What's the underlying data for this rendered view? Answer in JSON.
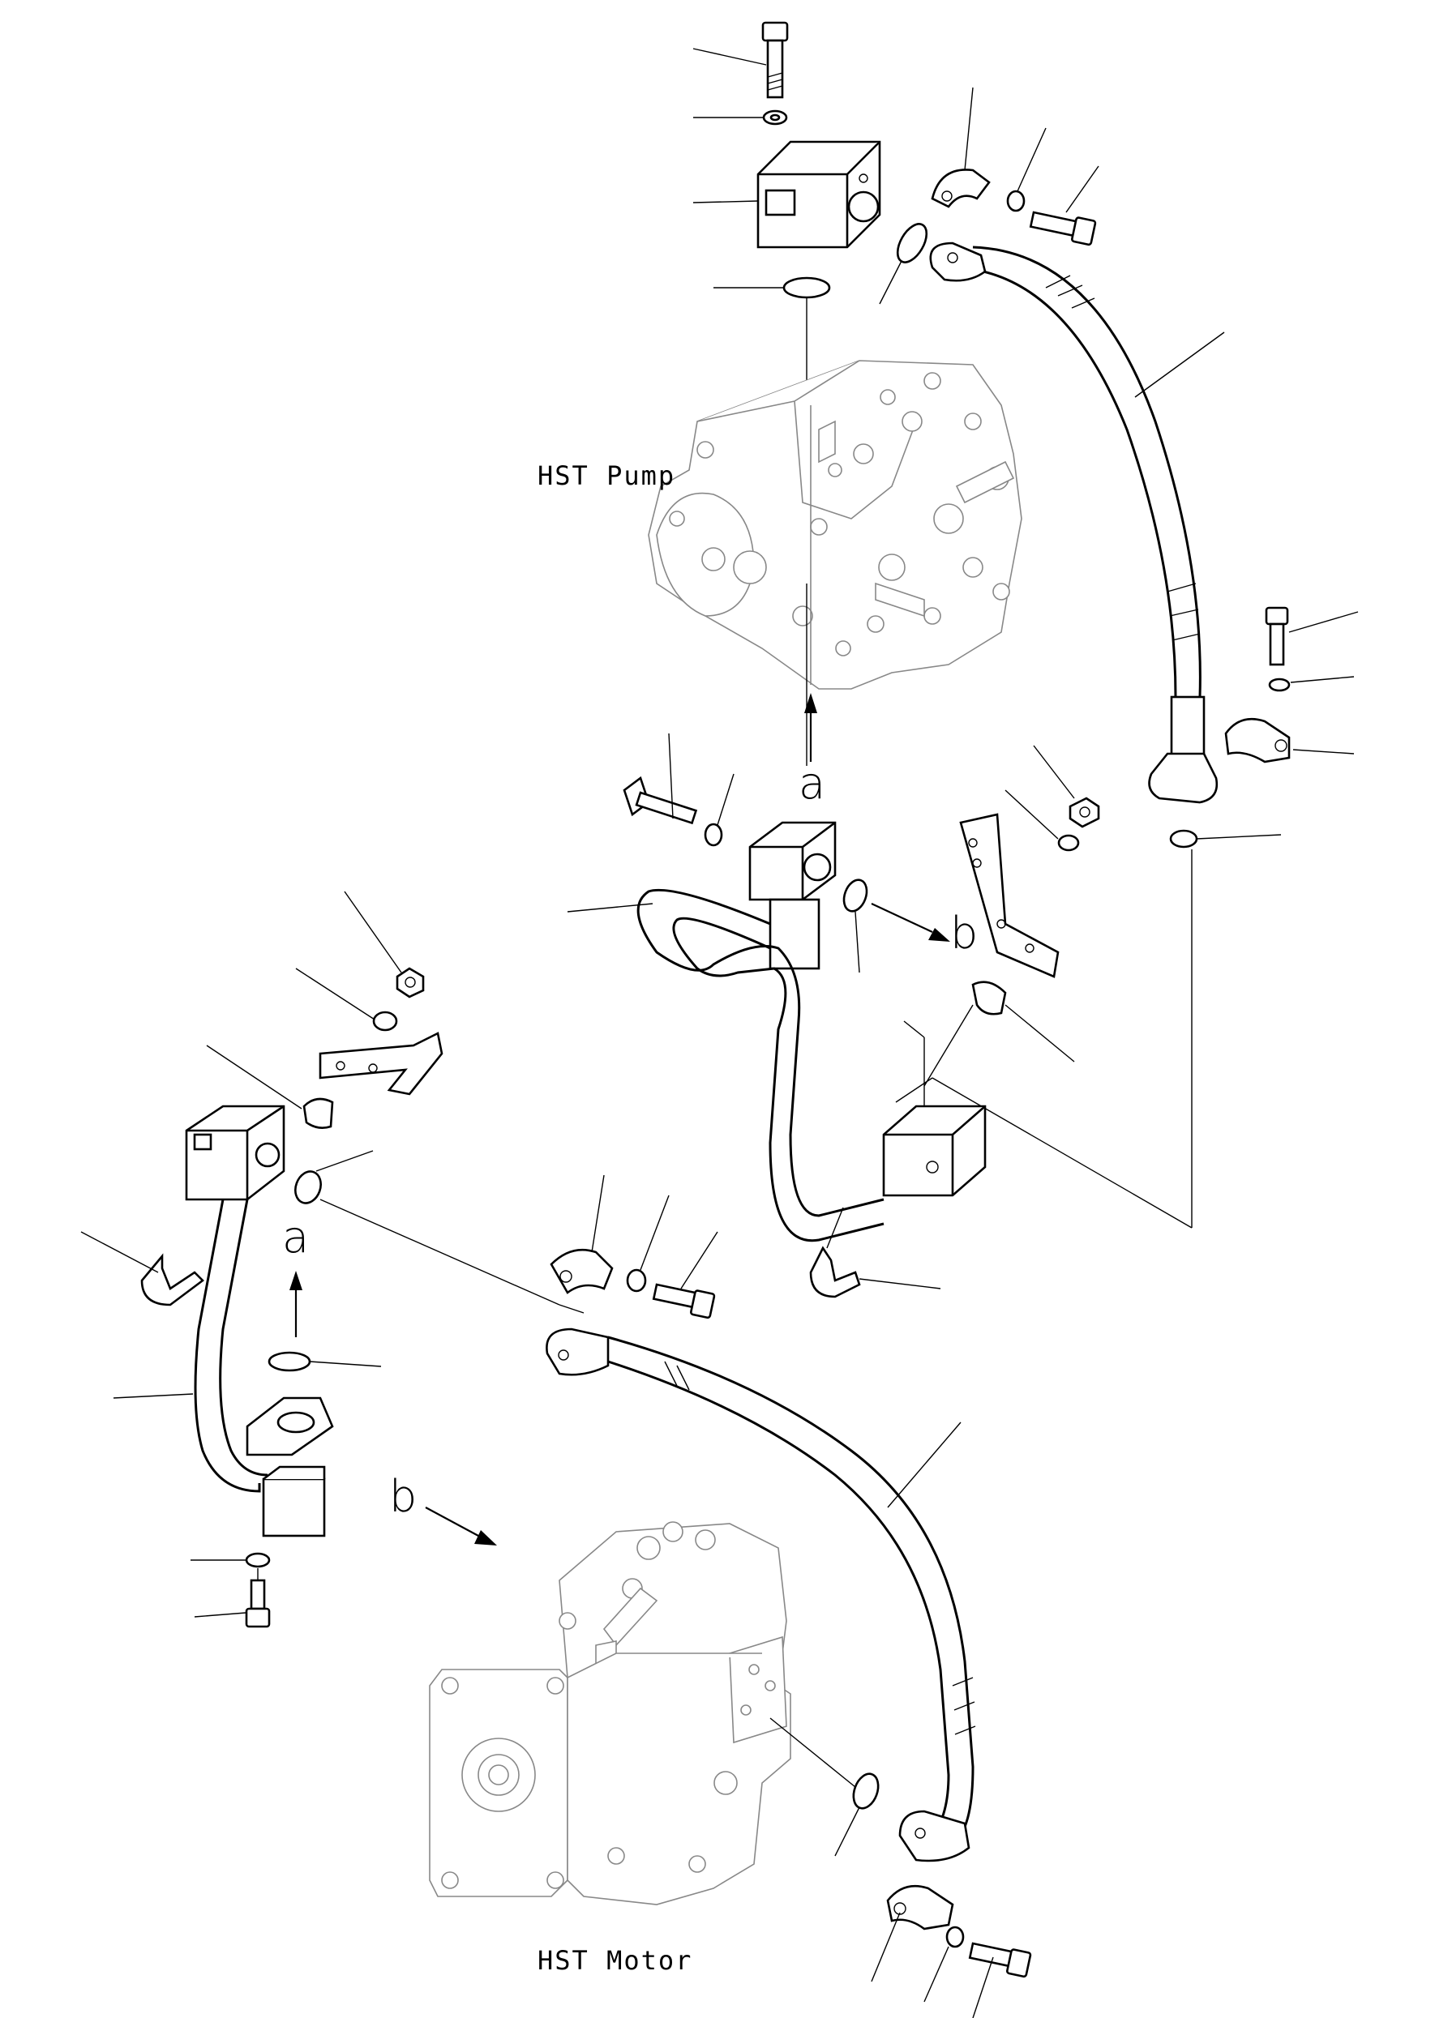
{
  "labels": {
    "hst_pump": "HST Pump",
    "hst_motor": "HST Motor",
    "ref_a_upper": "a",
    "ref_b_upper": "b",
    "ref_a_lower": "a",
    "ref_b_lower": "b"
  }
}
